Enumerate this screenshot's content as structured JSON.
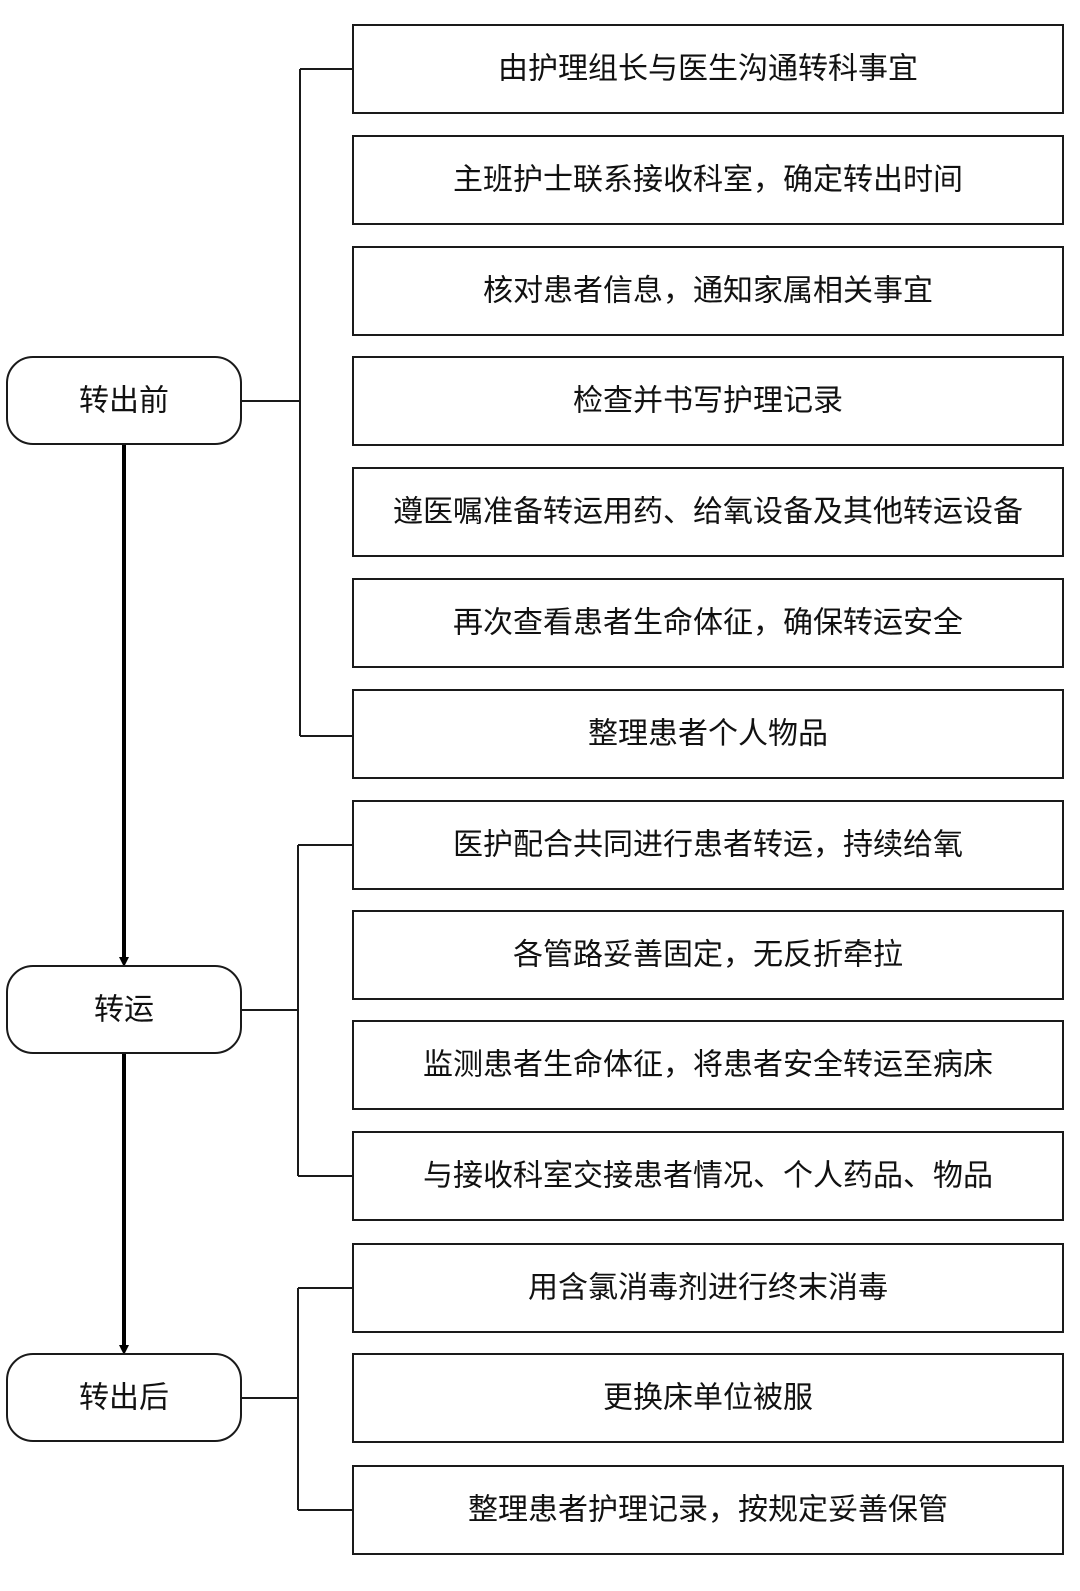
{
  "stages": [
    {
      "label": "转出前",
      "steps": [
        "由护理组长与医生沟通转科事宜",
        "主班护士联系接收科室，确定转出时间",
        "核对患者信息，通知家属相关事宜",
        "检查并书写护理记录",
        "遵医嘱准备转运用药、给氧设备及其他转运设备",
        "再次查看患者生命体征，确保转运安全",
        "整理患者个人物品"
      ]
    },
    {
      "label": "转运",
      "steps": [
        "医护配合共同进行患者转运，持续给氧",
        "各管路妥善固定，无反折牵拉",
        "监测患者生命体征，将患者安全转运至病床",
        "与接收科室交接患者情况、个人药品、物品"
      ]
    },
    {
      "label": "转出后",
      "steps": [
        "用含氯消毒剂进行终末消毒",
        "更换床单位被服",
        "整理患者护理记录，按规定妥善保管"
      ]
    }
  ]
}
